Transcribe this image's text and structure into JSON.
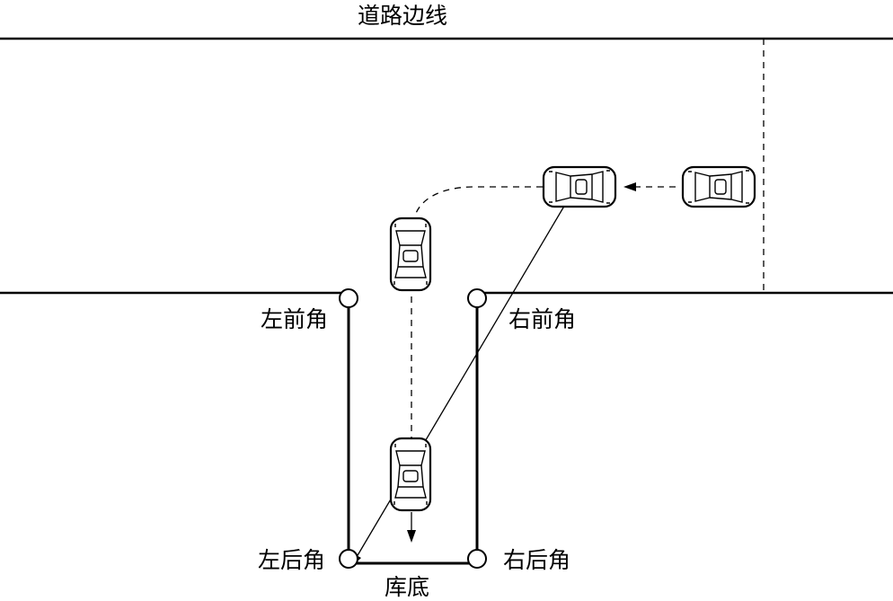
{
  "labels": {
    "road_edge": "道路边线",
    "left_front": "左前角",
    "right_front": "右前角",
    "left_rear": "左后角",
    "right_rear": "右后角",
    "garage_bottom": "库底"
  },
  "icons": {
    "car": "car-top-view-icon",
    "corner_marker": "circle-marker-icon",
    "arrow": "arrowhead-icon"
  }
}
